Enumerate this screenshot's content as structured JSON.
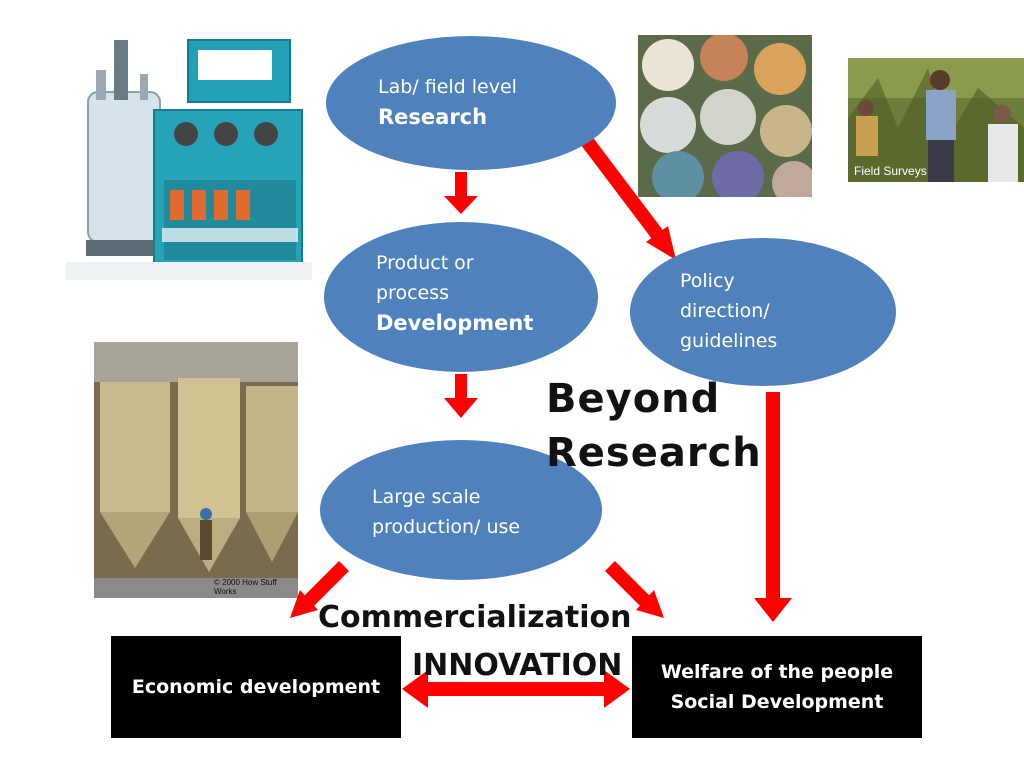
{
  "nodes": {
    "lab_research": {
      "line1": "Lab/ field level",
      "line2": "Research"
    },
    "product_dev": {
      "line1": "Product or",
      "line2": "process",
      "line3": "Development"
    },
    "policy": {
      "line1": "Policy",
      "line2": "direction/",
      "line3": "guidelines"
    },
    "large_scale": {
      "line1": "Large scale",
      "line2": "production/ use"
    }
  },
  "boxes": {
    "economic": "Economic development",
    "welfare_line1": "Welfare of the people",
    "welfare_line2": "Social Development"
  },
  "labels": {
    "beyond_line1": "Beyond",
    "beyond_line2": "Research",
    "commercialization": "Commercialization",
    "innovation": "INNOVATION"
  },
  "photos": {
    "field_caption": "Field Surveys",
    "fermenter_caption": "© 2000 How Stuff Works"
  },
  "colors": {
    "oval_fill": "#4f81bd",
    "arrow_red": "#ff0000",
    "box_fill": "#000000"
  }
}
